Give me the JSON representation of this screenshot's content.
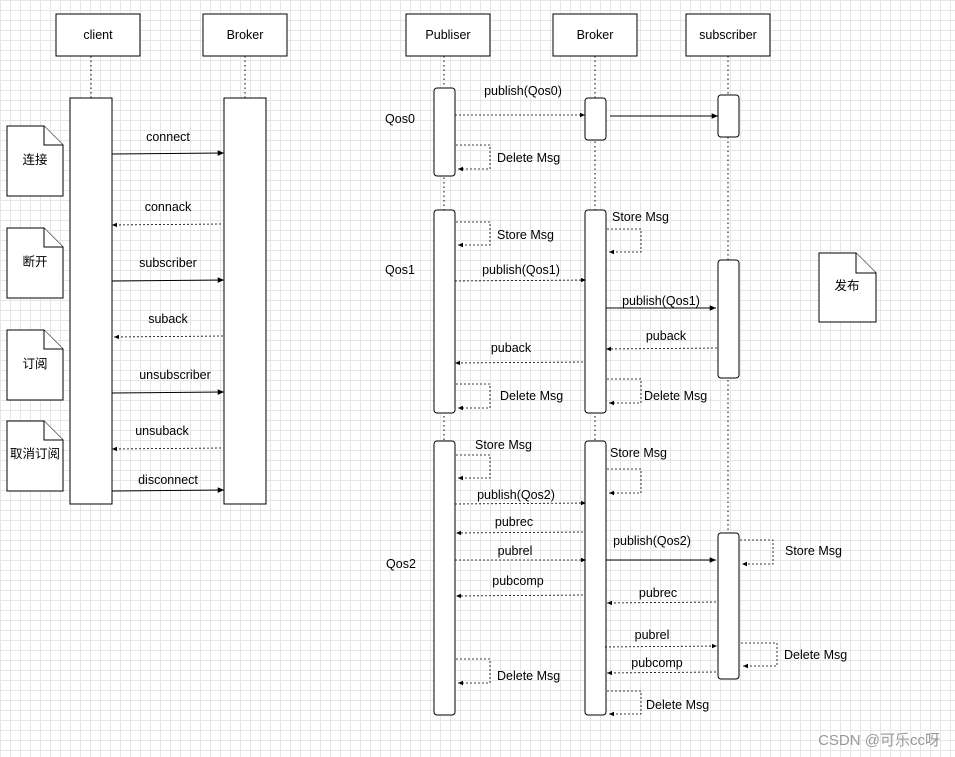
{
  "left": {
    "participants": {
      "client": "client",
      "broker": "Broker"
    },
    "notes": {
      "connect": "连接",
      "disconnect": "断开",
      "subscribe": "订阅",
      "unsubscribe": "取消订阅"
    },
    "messages": {
      "connect": "connect",
      "connack": "connack",
      "subscriber": "subscriber",
      "suback": "suback",
      "unsubscriber": "unsubscriber",
      "unsuback": "unsuback",
      "disconnect": "disconnect"
    }
  },
  "right": {
    "participants": {
      "publisher": "Publiser",
      "broker": "Broker",
      "subscriber": "subscriber"
    },
    "note_publish": "发布",
    "qos0": {
      "label": "Qos0",
      "publish": "publish(Qos0)",
      "delete": "Delete Msg"
    },
    "qos1": {
      "label": "Qos1",
      "pub_store": "Store Msg",
      "broker_store": "Store Msg",
      "publish_pub": "publish(Qos1)",
      "publish_broker": "publish(Qos1)",
      "puback_sub": "puback",
      "puback_broker": "puback",
      "pub_delete": "Delete Msg",
      "broker_delete": "Delete Msg"
    },
    "qos2": {
      "label": "Qos2",
      "pub_store": "Store Msg",
      "broker_store": "Store Msg",
      "publish_pub": "publish(Qos2)",
      "pubrec_broker": "pubrec",
      "pubrel_pub": "pubrel",
      "pubcomp_broker": "pubcomp",
      "publish_broker": "publish(Qos2)",
      "sub_store": "Store Msg",
      "pubrec_sub": "pubrec",
      "pubrel_broker": "pubrel",
      "sub_delete": "Delete Msg",
      "pubcomp_sub": "pubcomp",
      "pub_delete": "Delete Msg",
      "broker_delete": "Delete Msg"
    }
  },
  "watermark": "CSDN @可乐cc呀"
}
